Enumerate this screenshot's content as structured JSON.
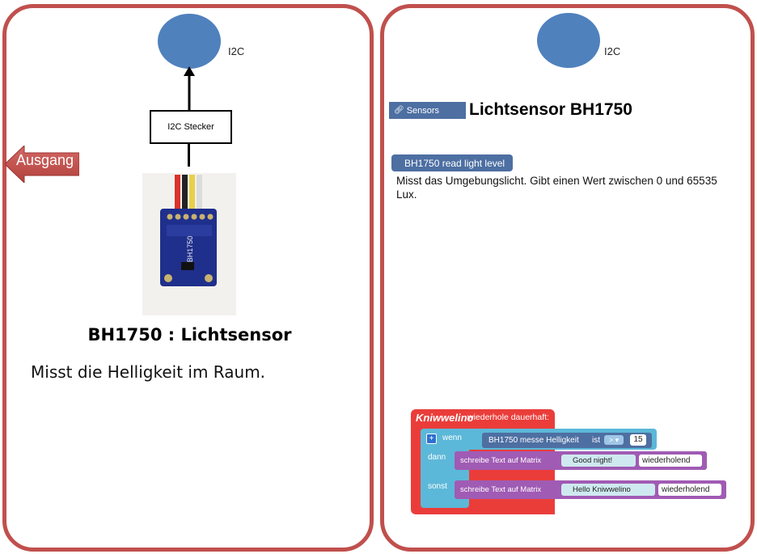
{
  "left": {
    "i2c_label": "I2C",
    "connector_label": "I2C Stecker",
    "output_label": "Ausgang",
    "sensor_chip_label": "BH1750",
    "title": "BH1750 : Lichtsensor",
    "description": "Misst die Helligkeit im Raum."
  },
  "right": {
    "i2c_label": "I2C",
    "category_button": "Sensors",
    "title": "Lichtsensor  BH1750",
    "block_label": "BH1750 read light level",
    "description": "Misst das Umgebungslicht. Gibt einen Wert zwischen  0 und 65535 Lux.",
    "program": {
      "logo": "Kniwwelino",
      "loop_label": "wiederhole dauerhaft:",
      "if_label": "wenn",
      "then_label": "dann",
      "else_label": "sonst",
      "condition": "BH1750 messe Helligkeit",
      "is_label": "ist",
      "operator": ">",
      "threshold": "15",
      "action_then": "schreibe Text auf Matrix",
      "text_then": "Good night!",
      "mode_then": "wiederholend",
      "action_else": "schreibe Text auf Matrix",
      "text_else": "Hello Kniwwelino",
      "mode_else": "wiederholend"
    }
  },
  "colors": {
    "card_border": "#c0504d",
    "circle": "#4f81bd",
    "sensors_blue": "#4d6fa2",
    "kniwwelino_red": "#ea3d3a",
    "logic_cyan": "#5cb8d8",
    "matrix_purple": "#a05bb4"
  }
}
